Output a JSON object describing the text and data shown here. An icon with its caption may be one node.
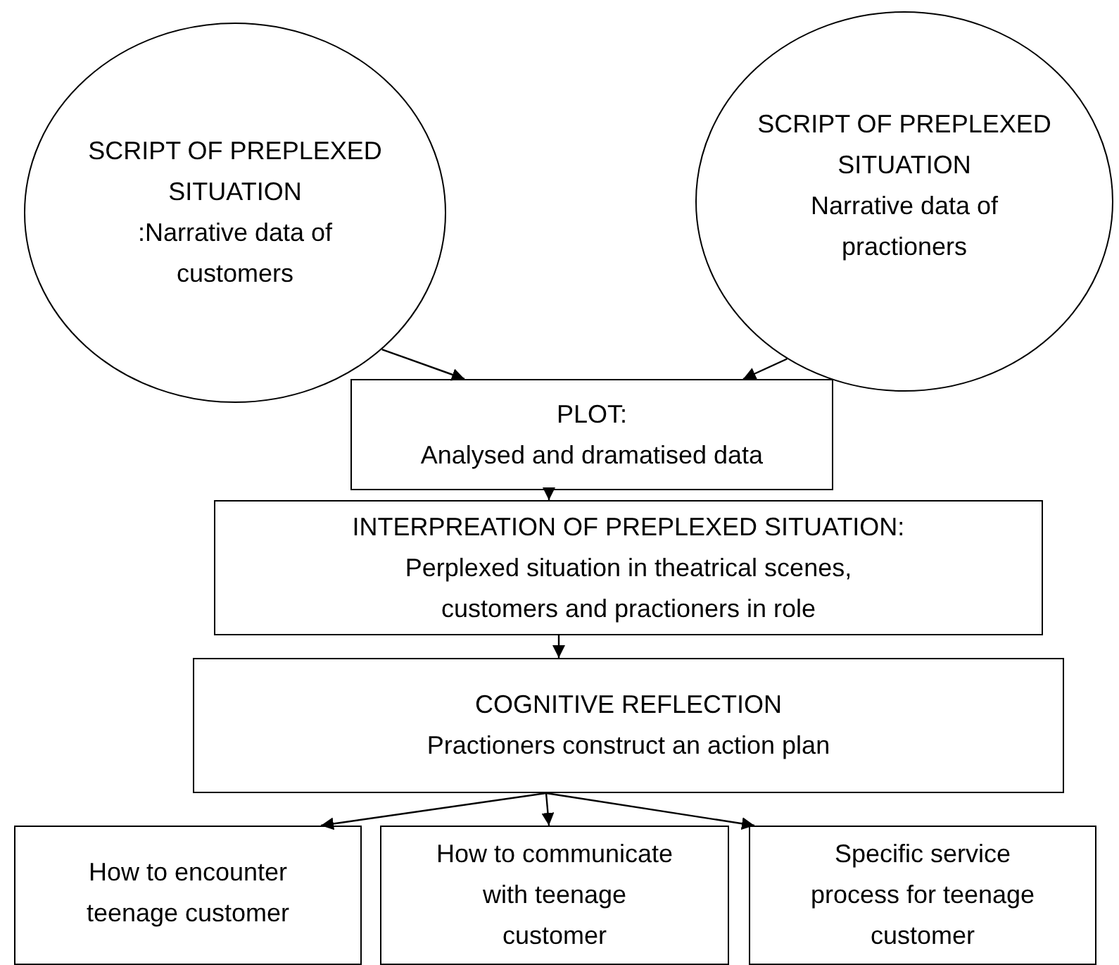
{
  "diagram": {
    "nodes": [
      {
        "text": [
          "SCRIPT OF PREPLEXED SITUATION",
          ":Narrative data of customers"
        ]
      },
      {
        "text": [
          "SCRIPT OF PREPLEXED SITUATION",
          "Narrative data of practioners"
        ]
      },
      {
        "text": [
          "PLOT:",
          "Analysed and dramatised data"
        ]
      },
      {
        "text": [
          "INTERPREATION OF PREPLEXED SITUATION:",
          "Perplexed situation in theatrical scenes, customers and practioners in role"
        ]
      },
      {
        "text": [
          "COGNITIVE REFLECTION",
          "Practioners construct an action plan"
        ]
      },
      {
        "text": [
          "How to encounter teenage customer"
        ]
      },
      {
        "text": [
          "How to communicate with teenage customer"
        ]
      },
      {
        "text": [
          "Specific service process for teenage customer"
        ]
      }
    ],
    "edges": [
      {
        "from": 0,
        "to": 2,
        "arrow": "to"
      },
      {
        "from": 1,
        "to": 2,
        "arrow": "to"
      },
      {
        "from": 2,
        "to": 3,
        "arrow": "to"
      },
      {
        "from": 3,
        "to": 4,
        "arrow": "to"
      },
      {
        "from": 4,
        "to": 5,
        "arrow": "to"
      },
      {
        "from": 4,
        "to": 6,
        "arrow": "to"
      },
      {
        "from": 4,
        "to": 7,
        "arrow": "to"
      }
    ]
  }
}
